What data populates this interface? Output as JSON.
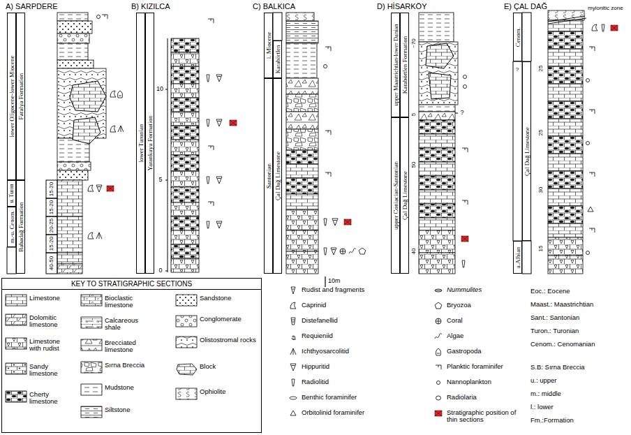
{
  "diagram": {
    "nodes": [
      {
        "text": [
          "lower Oligocene-lower Miocene"
        ]
      },
      {
        "text": [
          "Faralya Formation"
        ]
      },
      {
        "text": [
          "u. Turon"
        ]
      },
      {
        "text": [
          "m.-u. Cenom."
        ]
      },
      {
        "text": [
          "Babadağ Formation"
        ]
      },
      {
        "text": [
          "lower Turonian"
        ]
      },
      {
        "text": [
          "Yarankuyu Formation"
        ]
      },
      {
        "text": [
          "l. Miocene"
        ]
      },
      {
        "text": [
          "Karabörtlen"
        ]
      },
      {
        "text": [
          "Santonian"
        ]
      },
      {
        "text": [
          "Çal Dağ Limestone"
        ]
      },
      {
        "text": [
          "upper Maastrichtian-lower Danian"
        ]
      },
      {
        "text": [
          "Karabörtlen Formation"
        ]
      },
      {
        "text": [
          "upper Coniacian-Santonian"
        ]
      },
      {
        "text": [
          "Çal Dağ Limestone"
        ]
      },
      {
        "text": [
          "Cenom."
        ]
      },
      {
        "text": [
          "u.Albian"
        ]
      },
      {
        "text": [
          "Çal Dağ Limestone"
        ]
      },
      {
        "text": [
          "KEY TO STRATIGRAPHIC SECTIONS"
        ]
      }
    ],
    "labels": [
      "A) SARPDERE",
      "15-20",
      "15-20",
      "20-25",
      "15-20",
      "40-50",
      "B) KIZILCA",
      "10",
      "5",
      "0",
      "C) BALKICA",
      "10m",
      "D) HİSARKÖY",
      "~70",
      "?",
      "5",
      "50",
      "40",
      "E) ÇAL DAĞ",
      "?",
      "mylonitic zone",
      "25",
      "25",
      "30",
      "15",
      "Eoc.: Eocene",
      "Maast.: Maastrichtian",
      "Sant.: Santonian",
      "Turon.: Turonian",
      "Cenom.: Cenomanian",
      "S.B: Sırna Breccia",
      "u.: upper",
      "m.: middle",
      "l.: lower",
      "Fm.:Formation"
    ],
    "legend": [
      {
        "text": "Limestone"
      },
      {
        "text": "Dolomitic limestone"
      },
      {
        "text": "Limestone with rudist"
      },
      {
        "text": "Sandy limestone"
      },
      {
        "text": "Cherty limestone"
      },
      {
        "text": "Bioclastic limestone"
      },
      {
        "text": "Calcareous shale"
      },
      {
        "text": "Brecciated limestone"
      },
      {
        "text": "Sırna Breccia"
      },
      {
        "text": "Mudstone"
      },
      {
        "text": "Siltstone"
      },
      {
        "text": "Sandstone"
      },
      {
        "text": "Conglomerate"
      },
      {
        "text": "Olistostromal rocks"
      },
      {
        "text": "Block"
      },
      {
        "text": "Ophiolite"
      },
      {
        "text": "Rudist and fragments"
      },
      {
        "text": "Caprinid"
      },
      {
        "text": "Distefanellid"
      },
      {
        "text": "Requieniid"
      },
      {
        "text": "Ichthyosarcolitid"
      },
      {
        "text": "Hippuritid"
      },
      {
        "text": "Radiolitid"
      },
      {
        "text": "Benthic foraminifer"
      },
      {
        "text": "Orbitolinid foraminifer"
      },
      {
        "text": "Nummulites"
      },
      {
        "text": "Bryozoa"
      },
      {
        "text": "Coral"
      },
      {
        "text": "Algae"
      },
      {
        "text": "Gastropoda"
      },
      {
        "text": "Planktic foraminifer"
      },
      {
        "text": "Nannoplankton"
      },
      {
        "text": "Radiolaria"
      },
      {
        "text": "Stratigraphic position of thin sections",
        "color": "#d42a2a"
      }
    ]
  }
}
